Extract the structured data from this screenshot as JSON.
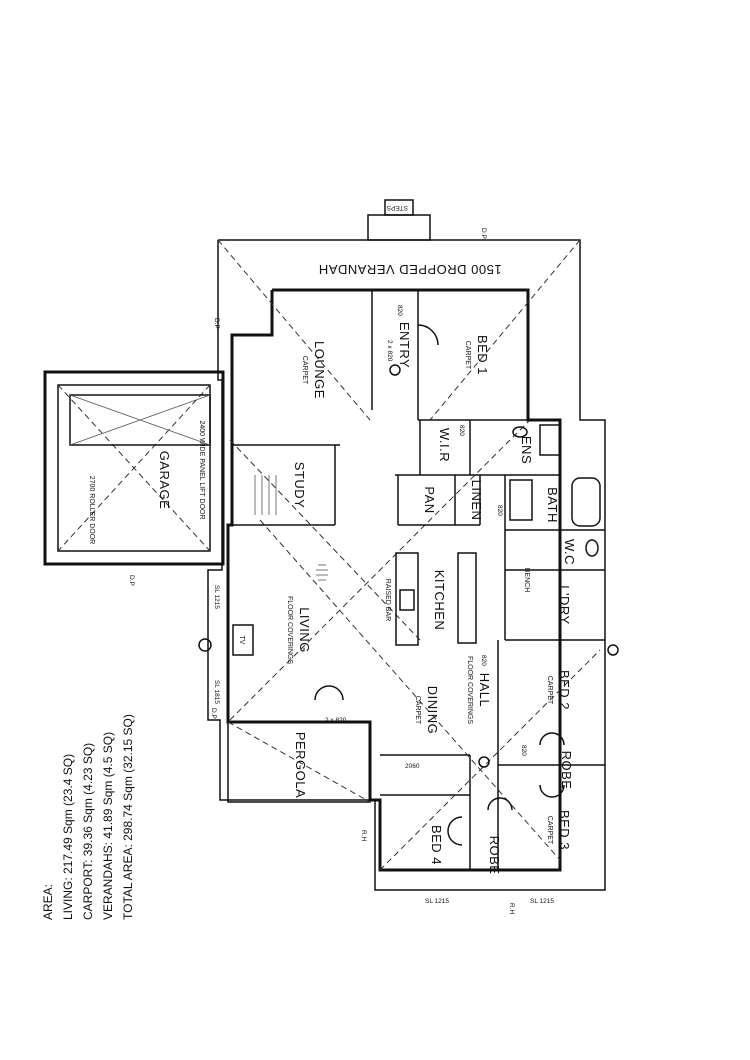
{
  "rooms": {
    "garage": "GARAGE",
    "lounge": "LOUNGE",
    "lounge_floor": "CARPET",
    "study": "STUDY",
    "entry": "ENTRY",
    "bed1": "BED 1",
    "bed1_floor": "CARPET",
    "wir": "W.I.R",
    "ens": "ENS",
    "bath": "BATH",
    "wc": "W.C",
    "laundry": "L'DRY",
    "pan": "PAN",
    "linen": "LINEN",
    "kitchen": "KITCHEN",
    "living": "LIVING",
    "living_floor": "FLOOR COVERINGS",
    "hall": "HALL",
    "hall_floor": "FLOOR COVERINGS",
    "dining": "DINING",
    "dining_floor": "CARPET",
    "pergola": "PERGOLA",
    "bed2": "BED 2",
    "bed2_floor": "CARPET",
    "bed3": "BED 3",
    "bed3_floor": "CARPET",
    "bed4": "BED 4",
    "robe_bed2": "ROBE",
    "robe_bed4": "ROBE",
    "verandah": "1500 DROPPED VERANDAH",
    "steps": "STEPS"
  },
  "annotations": {
    "garage_door_top": "2400 WIDE PANEL LIFT DOOR",
    "garage_door_bottom": "2700 ROLLER DOOR",
    "dp": "D.P",
    "rh": "R.H",
    "sl1": "SL 1215",
    "sl2": "SL 1815",
    "d820": "820",
    "d2x820": "2 x 820",
    "d2060": "2060",
    "bench": "BENCH",
    "tv": "TV",
    "raised_bar": "RAISED BAR"
  },
  "area": {
    "heading": "AREA:",
    "lines": [
      "LIVING: 217.49 Sqm (23.4 SQ)",
      "CARPORT: 39.36 Sqm (4.23 SQ)",
      "VERANDAHS: 41.89 Sqm (4.5 SQ)",
      "TOTAL AREA: 298.74 Sqm (32.15 SQ)"
    ]
  }
}
